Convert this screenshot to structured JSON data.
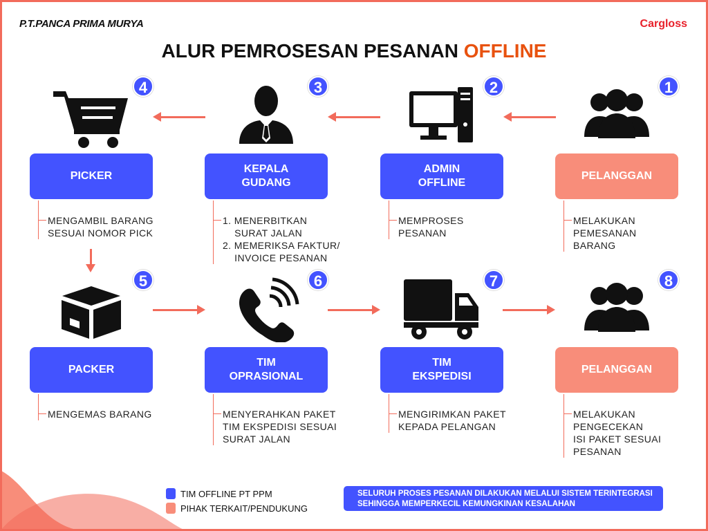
{
  "header": {
    "company": "P.T.PANCA PRIMA MURYA",
    "brand": "Cargloss",
    "title_main": "ALUR PEMROSESAN PESANAN ",
    "title_highlight": "OFFLINE"
  },
  "colors": {
    "internal": "#4353FF",
    "external": "#F88D7A",
    "accent": "#F26B5B",
    "highlight": "#E8520F"
  },
  "steps": [
    {
      "number": "1",
      "label": "PELANGGAN",
      "description": "MELAKUKAN\nPEMESANAN\nBARANG",
      "icon": "people-icon",
      "type": "external"
    },
    {
      "number": "2",
      "label": "ADMIN\nOFFLINE",
      "description": "MEMPROSES\nPESANAN",
      "icon": "computer-icon",
      "type": "internal"
    },
    {
      "number": "3",
      "label": "KEPALA\nGUDANG",
      "description": "1. MENERBITKAN\n    SURAT JALAN\n2. MEMERIKSA FAKTUR/\n    INVOICE PESANAN",
      "icon": "manager-icon",
      "type": "internal"
    },
    {
      "number": "4",
      "label": "PICKER",
      "description": "MENGAMBIL BARANG\nSESUAI NOMOR PICK",
      "icon": "cart-icon",
      "type": "internal"
    },
    {
      "number": "5",
      "label": "PACKER",
      "description": "MENGEMAS BARANG",
      "icon": "box-icon",
      "type": "internal"
    },
    {
      "number": "6",
      "label": "TIM\nOPRASIONAL",
      "description": "MENYERAHKAN PAKET\nTIM EKSPEDISI SESUAI\nSURAT JALAN",
      "icon": "phone-icon",
      "type": "internal"
    },
    {
      "number": "7",
      "label": "TIM\nEKSPEDISI",
      "description": "MENGIRIMKAN PAKET\nKEPADA PELANGAN",
      "icon": "truck-icon",
      "type": "internal"
    },
    {
      "number": "8",
      "label": "PELANGGAN",
      "description": "MELAKUKAN\nPENGECEKAN\nISI PAKET SESUAI\nPESANAN",
      "icon": "people-icon",
      "type": "external"
    }
  ],
  "legend": [
    {
      "label": "TIM OFFLINE PT PPM"
    },
    {
      "label": "PIHAK TERKAIT/PENDUKUNG"
    }
  ],
  "note": "SELURUH PROSES PESANAN DILAKUKAN MELALUI SISTEM TERINTEGRASI\nSEHINGGA MEMPERKECIL KEMUNGKINAN KESALAHAN"
}
